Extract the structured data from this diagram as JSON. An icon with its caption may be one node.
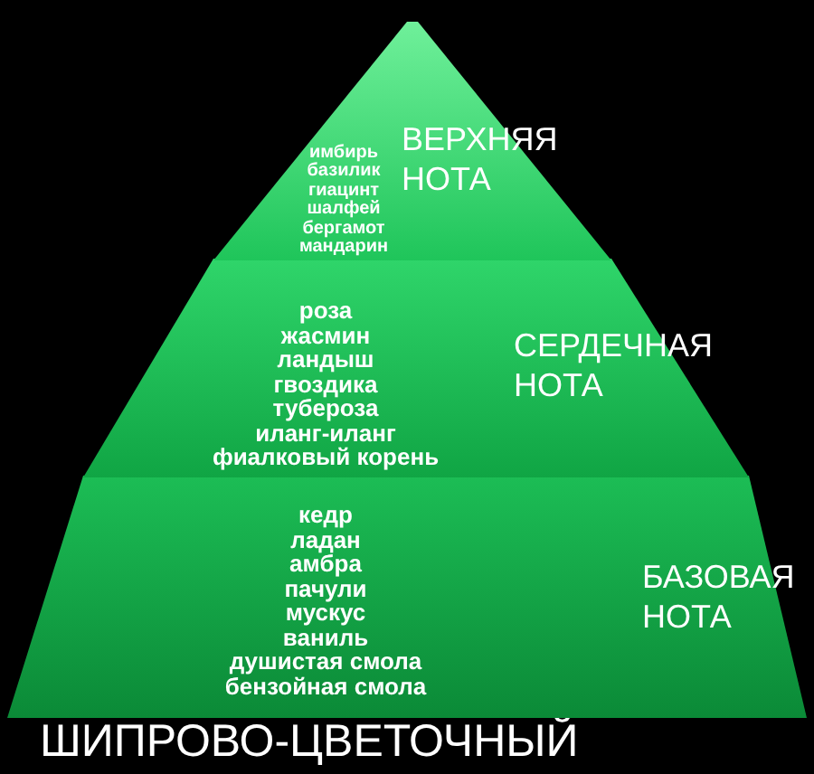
{
  "diagram": {
    "title": "ШИПРОВО-ЦВЕТОЧНЫЙ",
    "nodes": [
      {
        "text": [
          "ВЕРХНЯЯ НОТА",
          "имбирь",
          "базилик",
          "гиацинт",
          "шалфей",
          "бергамот",
          "мандарин"
        ]
      },
      {
        "text": [
          "СЕРДЕЧНАЯ НОТА",
          "роза",
          "жасмин",
          "ландыш",
          "гвоздика",
          "тубероза",
          "иланг-иланг",
          "фиалковый корень"
        ]
      },
      {
        "text": [
          "БАЗОВАЯ НОТА",
          "кедр",
          "ладан",
          "амбра",
          "пачули",
          "мускус",
          "ваниль",
          "душистая смола",
          "бензойная смола"
        ]
      }
    ]
  }
}
